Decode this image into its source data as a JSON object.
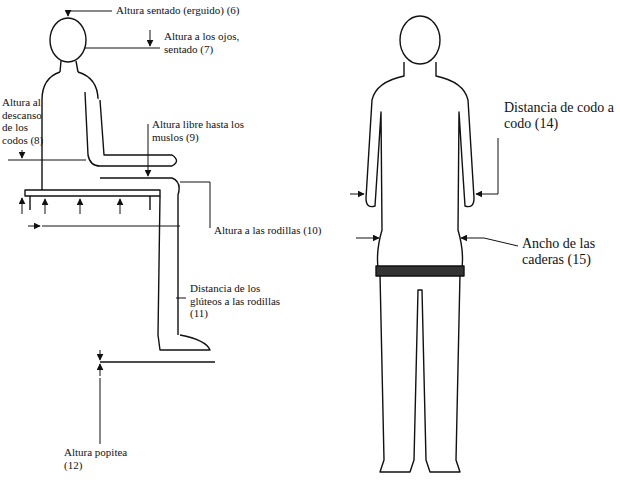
{
  "diagram": {
    "labels": [
      "Altura sentado (erguido) (6)",
      "Altura a los ojos, sentado (7)",
      "Altura al descanso de los codos (8)",
      "Altura libre hasta los muslos (9)",
      "Altura a las rodillas (10)",
      "Distancia de los glúteos a las rodillas (11)",
      "Altura popitea (12)",
      "Distancia de codo a codo (14)",
      "Ancho de las caderas (15)"
    ]
  }
}
